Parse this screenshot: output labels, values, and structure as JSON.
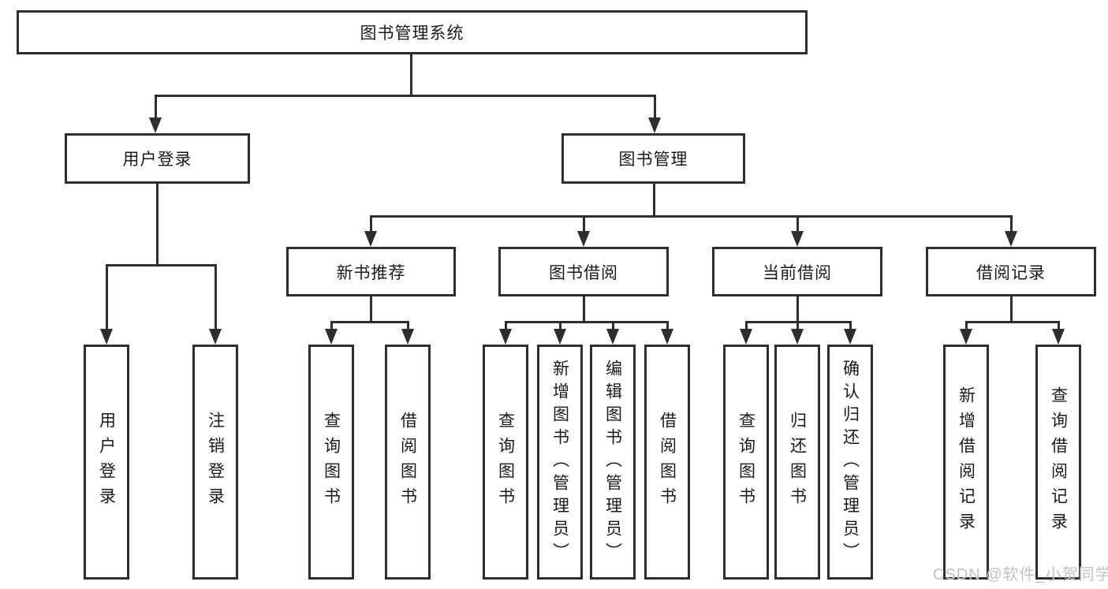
{
  "tree": {
    "label": "图书管理系统",
    "children": [
      {
        "label": "用户登录",
        "children": [
          {
            "label": "用户登录"
          },
          {
            "label": "注销登录"
          }
        ]
      },
      {
        "label": "图书管理",
        "children": [
          {
            "label": "新书推荐",
            "children": [
              {
                "label": "查询图书"
              },
              {
                "label": "借阅图书"
              }
            ]
          },
          {
            "label": "图书借阅",
            "children": [
              {
                "label": "查询图书"
              },
              {
                "label": "新增图书（管理员）"
              },
              {
                "label": "编辑图书（管理员）"
              },
              {
                "label": "借阅图书"
              }
            ]
          },
          {
            "label": "当前借阅",
            "children": [
              {
                "label": "查询图书"
              },
              {
                "label": "归还图书"
              },
              {
                "label": "确认归还（管理员）"
              }
            ]
          },
          {
            "label": "借阅记录",
            "children": [
              {
                "label": "新增借阅记录"
              },
              {
                "label": "查询借阅记录"
              }
            ]
          }
        ]
      }
    ]
  },
  "watermark": {
    "text": "CSDN @软件_小贺同学"
  },
  "colors": {
    "line": "#2e2e2e",
    "text": "#1a1a1a",
    "background": "#ffffff",
    "watermark": "#c2c2c2"
  }
}
